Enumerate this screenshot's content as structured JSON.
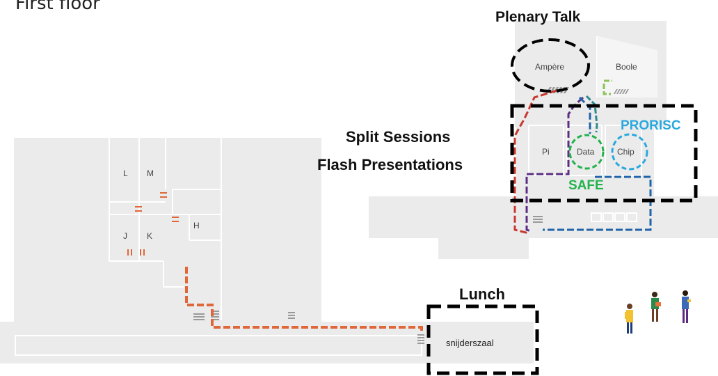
{
  "floor_title": "First floor",
  "headings": {
    "plenary": "Plenary Talk",
    "split_sessions": "Split Sessions",
    "flash_presentations": "Flash Presentations",
    "lunch": "Lunch"
  },
  "rooms": {
    "ampere": "Ampère",
    "boole": "Boole",
    "pi": "Pi",
    "data": "Data",
    "chip": "Chip",
    "snijderszaal": "snijderszaal",
    "L": "L",
    "M": "M",
    "J": "J",
    "K": "K",
    "H": "H"
  },
  "session_labels": {
    "prorisc": "PRORISC",
    "safe": "SAFE"
  },
  "colors": {
    "floor": "#ebebeb",
    "wall": "#ffffff",
    "route_orange": "#e0673a",
    "route_red": "#c8372d",
    "route_purple": "#5b2d82",
    "route_blue": "#1f63a8",
    "route_teal": "#2a8a8f",
    "route_lightgreen": "#8cc25a",
    "prorisc": "#29a8df",
    "safe": "#22b24c",
    "dashed_box": "#000000"
  },
  "icons": [
    "stairs-icon",
    "people-icon"
  ]
}
